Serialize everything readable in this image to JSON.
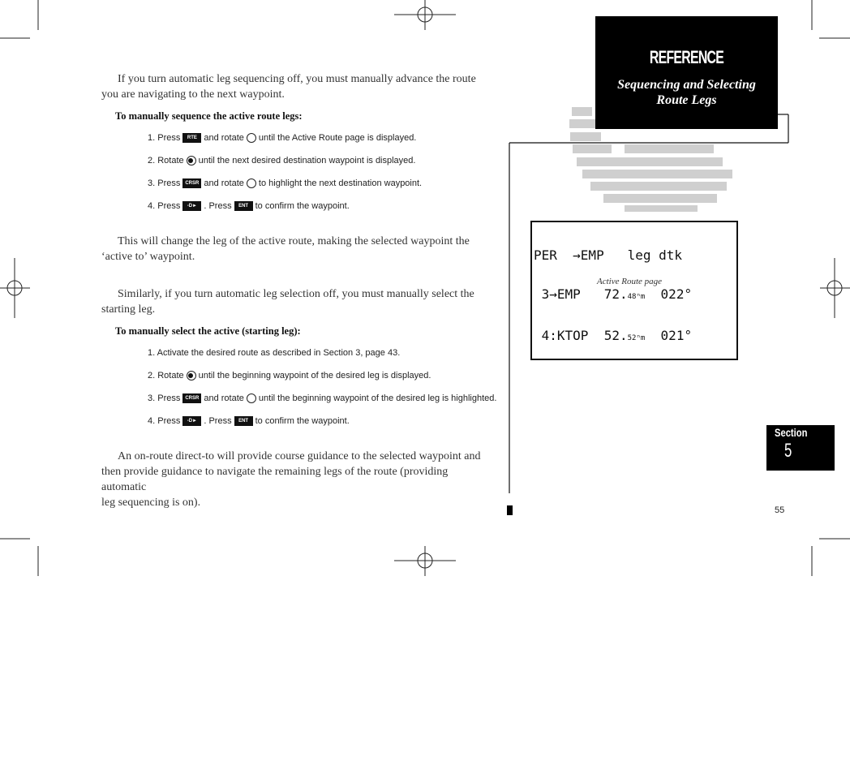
{
  "reference": {
    "title": "REFERENCE",
    "subtitle_line1": "Sequencing and Selecting",
    "subtitle_line2": "Route Legs"
  },
  "section1": {
    "intro_line1": "If you turn automatic leg sequencing off, you must manually advance the route",
    "intro_line2": "you are navigating to the next waypoint.",
    "heading": "To manually sequence the active route legs:",
    "steps": [
      {
        "prefix": "1. Press",
        "key": "RTE",
        "mid": "and rotate",
        "rest": "until the Active Route page is displayed."
      },
      {
        "prefix": "2. Rotate",
        "rest": "until the next desired destination waypoint is displayed."
      },
      {
        "prefix": "3. Press",
        "key": "CRSR",
        "mid": "and rotate",
        "rest": "to highlight the next destination waypoint."
      },
      {
        "prefix": "4. Press",
        "key": "-D►",
        "mid": ". Press",
        "key2": "ENT",
        "rest": "to confirm the waypoint."
      }
    ],
    "after_line1": "This will change the leg of the active route, making the selected waypoint the",
    "after_line2": "‘active to’ waypoint."
  },
  "section2": {
    "intro_line1": "Similarly, if you turn automatic leg selection off, you must manually select the",
    "intro_line2": "starting leg.",
    "heading": "To manually select the active (starting leg):",
    "steps": [
      {
        "prefix": "1. Activate the desired route as described in Section 3, page 43."
      },
      {
        "prefix": "2. Rotate",
        "rest": "until the beginning waypoint of the desired leg is displayed."
      },
      {
        "prefix": "3. Press",
        "key": "CRSR",
        "mid": "and rotate",
        "rest": "until the beginning waypoint of the desired leg is highlighted."
      },
      {
        "prefix": "4. Press",
        "key": "-D►",
        "mid": ". Press",
        "key2": "ENT",
        "rest": "to confirm the waypoint."
      }
    ],
    "after_line1": "An on-route direct-to will provide course guidance to the selected waypoint and",
    "after_line2": "then provide guidance to navigate the remaining legs of the route (providing automatic",
    "after_line3": "leg sequencing is on)."
  },
  "lcd": {
    "row1": "PER  →EMP   leg dtk",
    "row2_a": " 3→EMP   72.",
    "row2_b": "48",
    "row2_c": "ⁿm",
    "row2_d": "  022°",
    "row3_a": " 4:KTOP  52.",
    "row3_b": "52",
    "row3_c": "ⁿm",
    "row3_d": "  021°"
  },
  "caption": "Active Route page",
  "tab": {
    "label": "Section",
    "number": "5"
  },
  "page_number": "55"
}
